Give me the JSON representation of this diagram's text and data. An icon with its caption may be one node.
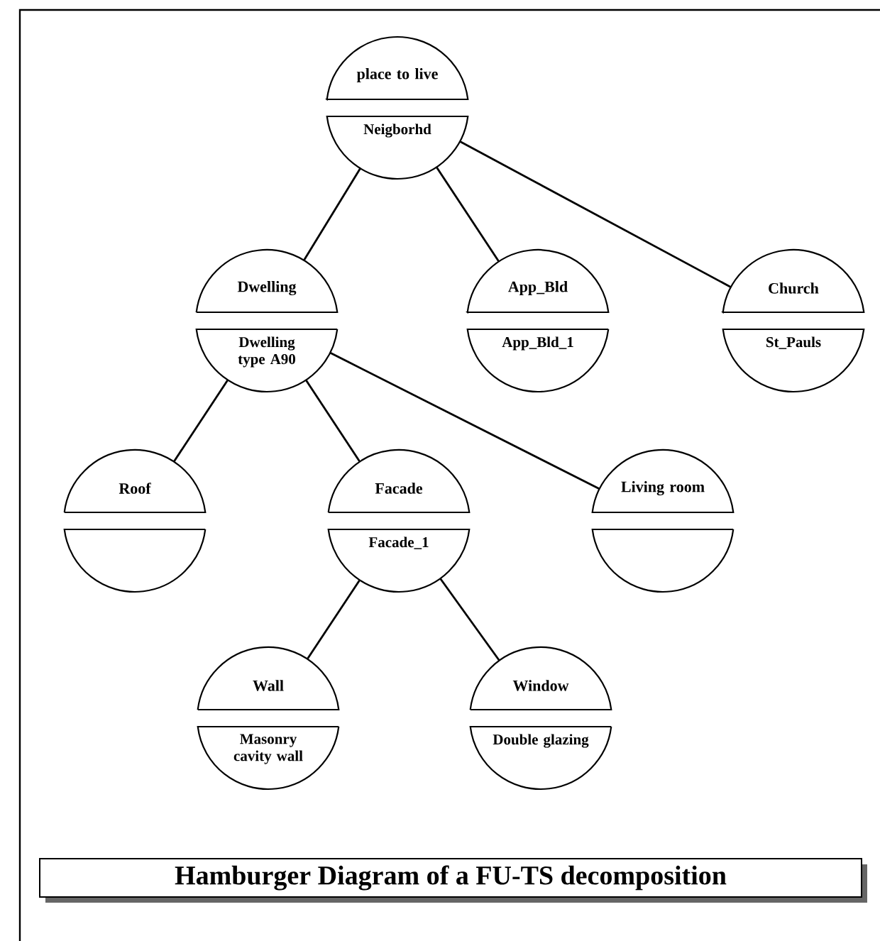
{
  "diagram": {
    "caption": "Hamburger Diagram of  a FU-TS decomposition",
    "nodes": [
      {
        "text": [
          "place to live",
          "Neigborhd"
        ]
      },
      {
        "text": [
          "Dwelling",
          "Dwelling type A90"
        ]
      },
      {
        "text": [
          "App_Bld",
          "App_Bld_1"
        ]
      },
      {
        "text": [
          "Church",
          "St_Pauls"
        ]
      },
      {
        "text": [
          "Roof"
        ]
      },
      {
        "text": [
          "Facade",
          "Facade_1"
        ]
      },
      {
        "text": [
          "Living room"
        ]
      },
      {
        "text": [
          "Wall",
          "Masonry cavity wall"
        ]
      },
      {
        "text": [
          "Window",
          "Double glazing"
        ]
      }
    ],
    "edges": [
      {
        "from": 0,
        "to": 1,
        "arrow": "none"
      },
      {
        "from": 0,
        "to": 2,
        "arrow": "none"
      },
      {
        "from": 0,
        "to": 3,
        "arrow": "none"
      },
      {
        "from": 1,
        "to": 4,
        "arrow": "none"
      },
      {
        "from": 1,
        "to": 5,
        "arrow": "none"
      },
      {
        "from": 1,
        "to": 6,
        "arrow": "none"
      },
      {
        "from": 5,
        "to": 7,
        "arrow": "none"
      },
      {
        "from": 5,
        "to": 8,
        "arrow": "none"
      }
    ]
  }
}
